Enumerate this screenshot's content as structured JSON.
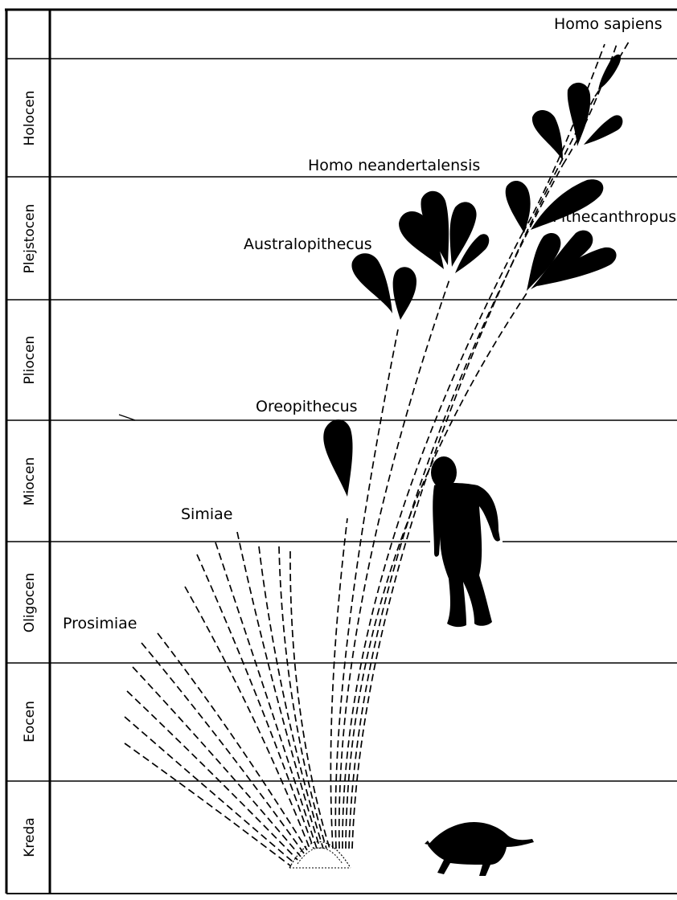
{
  "epochs": [
    "Holocen",
    "Plejstocen",
    "Pliocen",
    "Miocen",
    "Oligocen",
    "Eocen",
    "Kreda"
  ],
  "taxa": {
    "homo_sapiens": "Homo sapiens",
    "homo_neandertalensis": "Homo neandertalensis",
    "pithecanthropus": "Pithecanthropus",
    "australopithecus": "Australopithecus",
    "oreopithecus": "Oreopithecus",
    "simiae": "Simiae",
    "prosimiae": "Prosimiae"
  },
  "icons": {
    "ape": "ape-silhouette-icon",
    "shrew": "shrew-silhouette-icon"
  },
  "colors": {
    "ink": "#000000",
    "paper": "#ffffff"
  }
}
